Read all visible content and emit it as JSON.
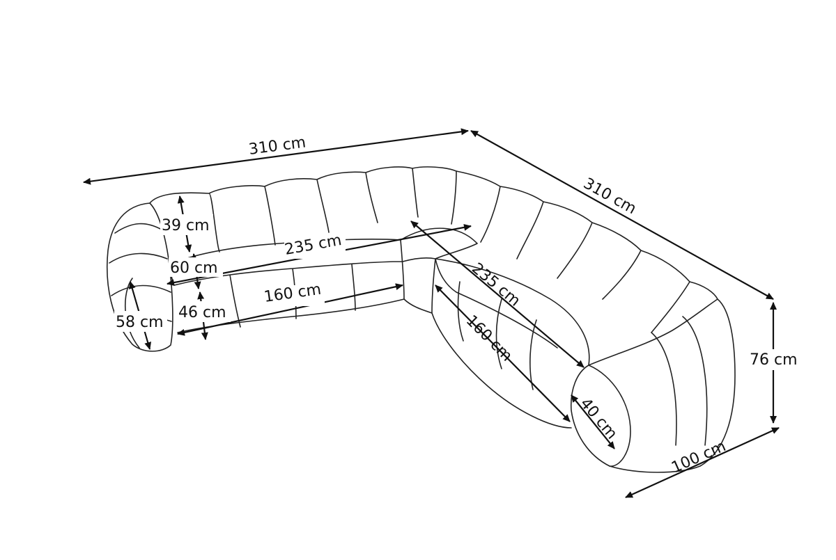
{
  "diagram": {
    "colors": {
      "line": "#111111",
      "sofa_outline": "#222222",
      "background": "#ffffff"
    },
    "dimensions": {
      "top_length_left": "310 cm",
      "top_length_right": "310 cm",
      "total_height": "76 cm",
      "arm_depth": "100 cm",
      "back_cushion_height": "39 cm",
      "seat_depth": "60 cm",
      "seat_height": "46 cm",
      "arm_height": "58 cm",
      "back_inner_left": "235 cm",
      "seat_inner_left": "160 cm",
      "back_inner_right": "235 cm",
      "seat_inner_right": "160 cm",
      "arm_width": "40 cm"
    }
  }
}
